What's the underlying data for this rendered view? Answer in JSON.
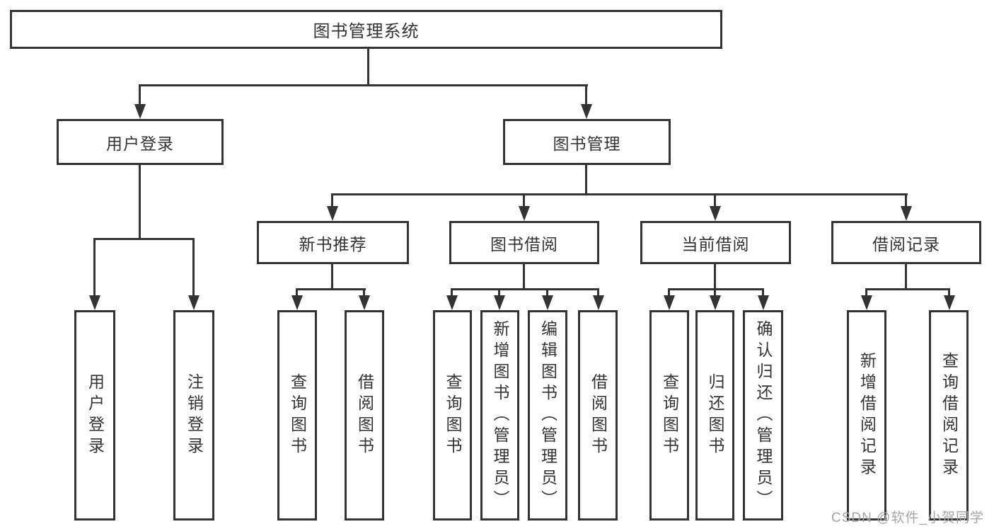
{
  "tree": {
    "label": "图书管理系统",
    "children": [
      {
        "label": "用户登录",
        "children": [
          {
            "label": "用户登录"
          },
          {
            "label": "注销登录"
          }
        ]
      },
      {
        "label": "图书管理",
        "children": [
          {
            "label": "新书推荐",
            "children": [
              {
                "label": "查询图书"
              },
              {
                "label": "借阅图书"
              }
            ]
          },
          {
            "label": "图书借阅",
            "children": [
              {
                "label": "查询图书"
              },
              {
                "label": "新增图书（管理员）"
              },
              {
                "label": "编辑图书（管理员）"
              },
              {
                "label": "借阅图书"
              }
            ]
          },
          {
            "label": "当前借阅",
            "children": [
              {
                "label": "查询图书"
              },
              {
                "label": "归还图书"
              },
              {
                "label": "确认归还（管理员）"
              }
            ]
          },
          {
            "label": "借阅记录",
            "children": [
              {
                "label": "新增借阅记录"
              },
              {
                "label": "查询借阅记录"
              }
            ]
          }
        ]
      }
    ]
  },
  "watermark": {
    "text": "CSDN @软件_小贺同学"
  },
  "colors": {
    "line": "#333333",
    "text": "#333333",
    "node_background": "#ffffff",
    "watermark": "#a6a6a6"
  }
}
